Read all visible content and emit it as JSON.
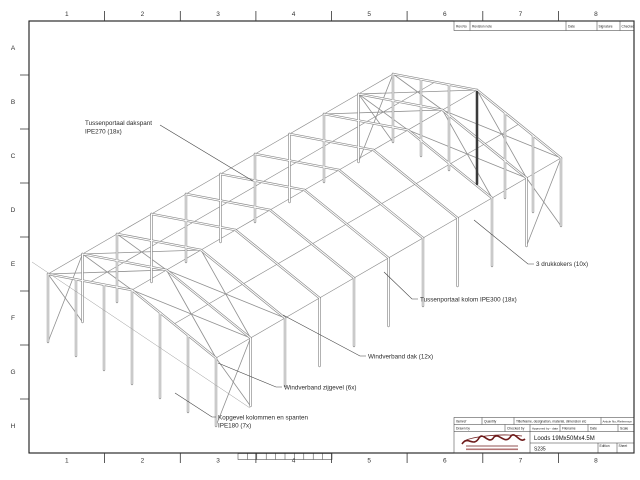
{
  "sheet": {
    "grid_columns": [
      "1",
      "2",
      "3",
      "4",
      "5",
      "6",
      "7",
      "8"
    ],
    "grid_rows": [
      "A",
      "B",
      "C",
      "D",
      "E",
      "F",
      "G",
      "H"
    ]
  },
  "revision_table": {
    "rev_no": "Rev.No",
    "note": "Revision note",
    "date": "Date",
    "signature": "Signature",
    "checked": "Checked"
  },
  "annotations": {
    "dakspant_line1": "Tussenportaal dakspant",
    "dakspant_line2": "IPE270 (18x)",
    "drukkokers": "3 drukkokers (10x)",
    "kolom": "Tussenportaal kolom IPE300 (18x)",
    "windverband_dak": "Windverband dak (12x)",
    "windverband_zijgevel": "Windverband zijgevel (6x)",
    "kopgevel_line1": "Kopgevel kolommen en spanten",
    "kopgevel_line2": "IPE180 (7x)"
  },
  "title_block": {
    "itemref": "Itemref",
    "quantity": "Quantity",
    "title_name": "Title/Name, designation, material, dimension etc",
    "article_no": "Article No./Reference",
    "drawn_by": "Drawn by",
    "checked_by": "Checked by",
    "approved_by": "Approved by - date",
    "filename": "Filename",
    "date": "Date",
    "scale": "Scale",
    "drawing_title": "Loods 19Mx50Mx4.5M",
    "material": "S235",
    "edition": "Edition",
    "sheet": "Sheet"
  },
  "colors": {
    "member_line": "#8a8a8a",
    "frame_line": "#1a1a1a",
    "logo_red": "#6e1b1b"
  }
}
